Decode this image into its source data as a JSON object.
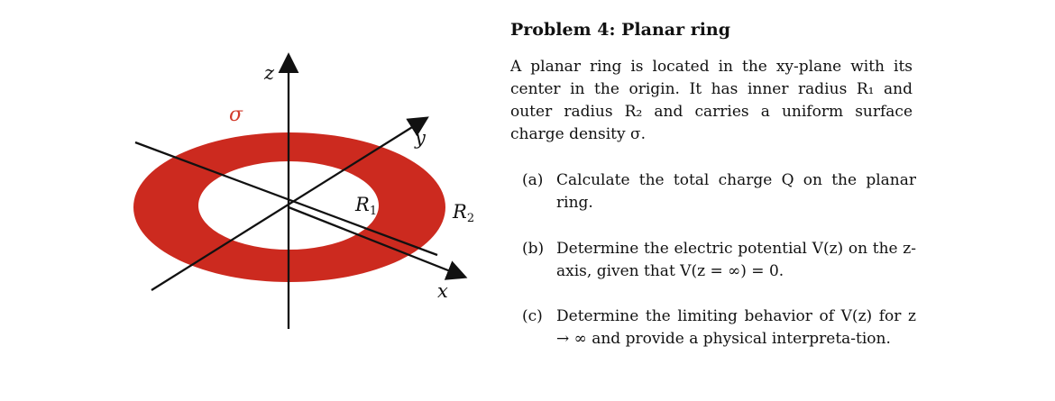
{
  "figure": {
    "labels": {
      "z": "z",
      "y": "y",
      "x": "x",
      "sigma": "σ",
      "r1_main": "R",
      "r1_sub": "1",
      "r2_main": "R",
      "r2_sub": "2"
    },
    "ring_color": "#cc2a1f",
    "sigma_color": "#d23a2b"
  },
  "problem": {
    "title": "Problem 4: Planar ring",
    "description": "A planar ring is located in the xy-plane with its center in the origin. It has inner radius R₁ and outer radius R₂ and carries a uniform surface charge density σ.",
    "items": [
      {
        "mark": "(a)",
        "text": "Calculate the total charge Q on the planar ring."
      },
      {
        "mark": "(b)",
        "text": "Determine the electric potential V(z) on the z-axis, given that V(z = ∞) = 0."
      },
      {
        "mark": "(c)",
        "text": "Determine the limiting behavior of V(z) for z → ∞ and provide a physical interpreta-tion."
      }
    ]
  }
}
